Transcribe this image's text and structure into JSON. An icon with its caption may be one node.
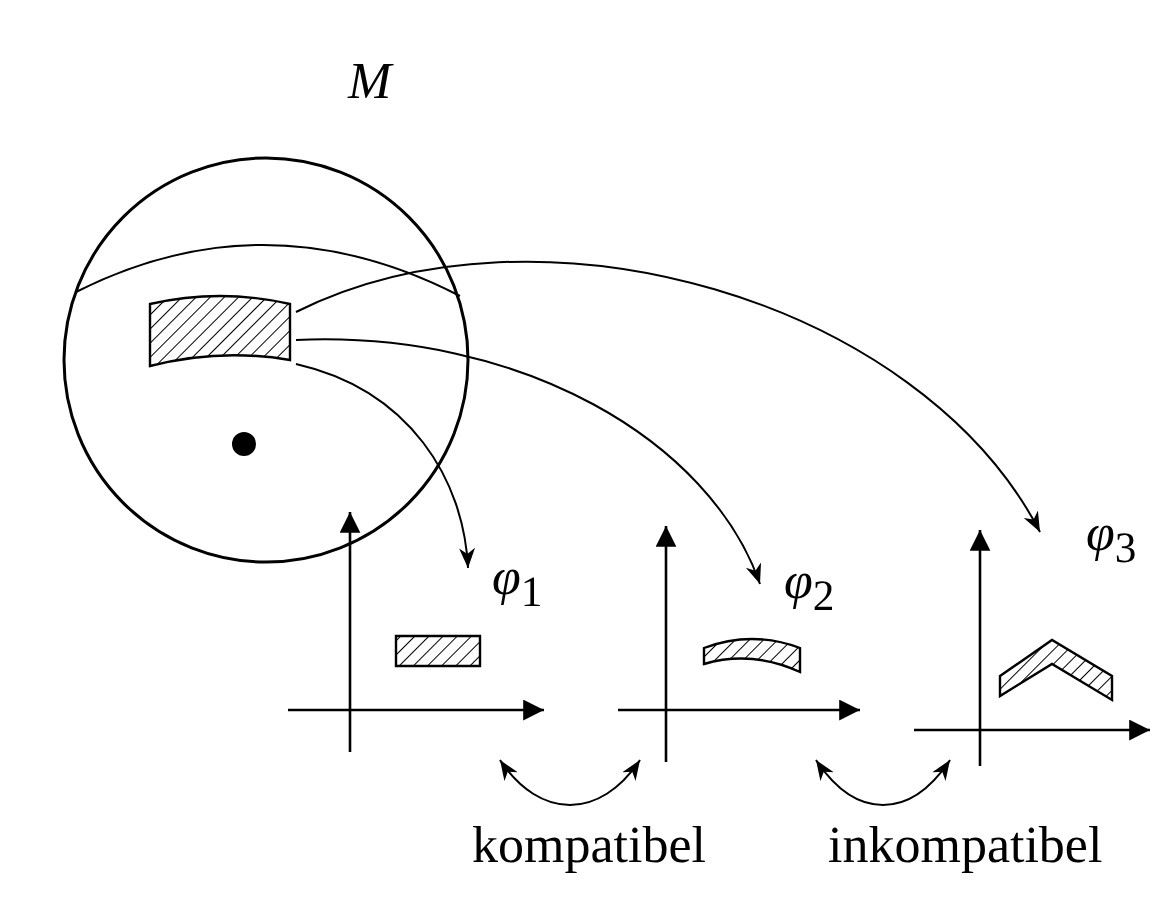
{
  "diagram": {
    "nodes": [
      {
        "text": [
          "M"
        ]
      },
      {
        "text": [],
        "shape": "box",
        "in": 0
      },
      {
        "text": [],
        "shape": "circle",
        "in": 0
      },
      {
        "text": [],
        "shape": "picture"
      },
      {
        "text": [],
        "shape": "box",
        "in": 3
      },
      {
        "text": [],
        "shape": "picture"
      },
      {
        "text": [],
        "shape": "box",
        "in": 5
      },
      {
        "text": [],
        "shape": "picture"
      },
      {
        "text": [],
        "shape": "box",
        "in": 7
      }
    ],
    "edges": [
      {
        "from": 1,
        "to": 3,
        "arrow": "to",
        "label": "*φ*$_{1}$"
      },
      {
        "from": 1,
        "to": 5,
        "arrow": "to",
        "label": "*φ*$_{2}$"
      },
      {
        "from": 1,
        "to": 7,
        "arrow": "to",
        "label": "*φ*$_{3}$"
      },
      {
        "from": 3,
        "to": 5,
        "arrow": "both",
        "label": "kompatibel"
      },
      {
        "from": 5,
        "to": 7,
        "arrow": "both",
        "label": "inkompatibel"
      }
    ]
  }
}
